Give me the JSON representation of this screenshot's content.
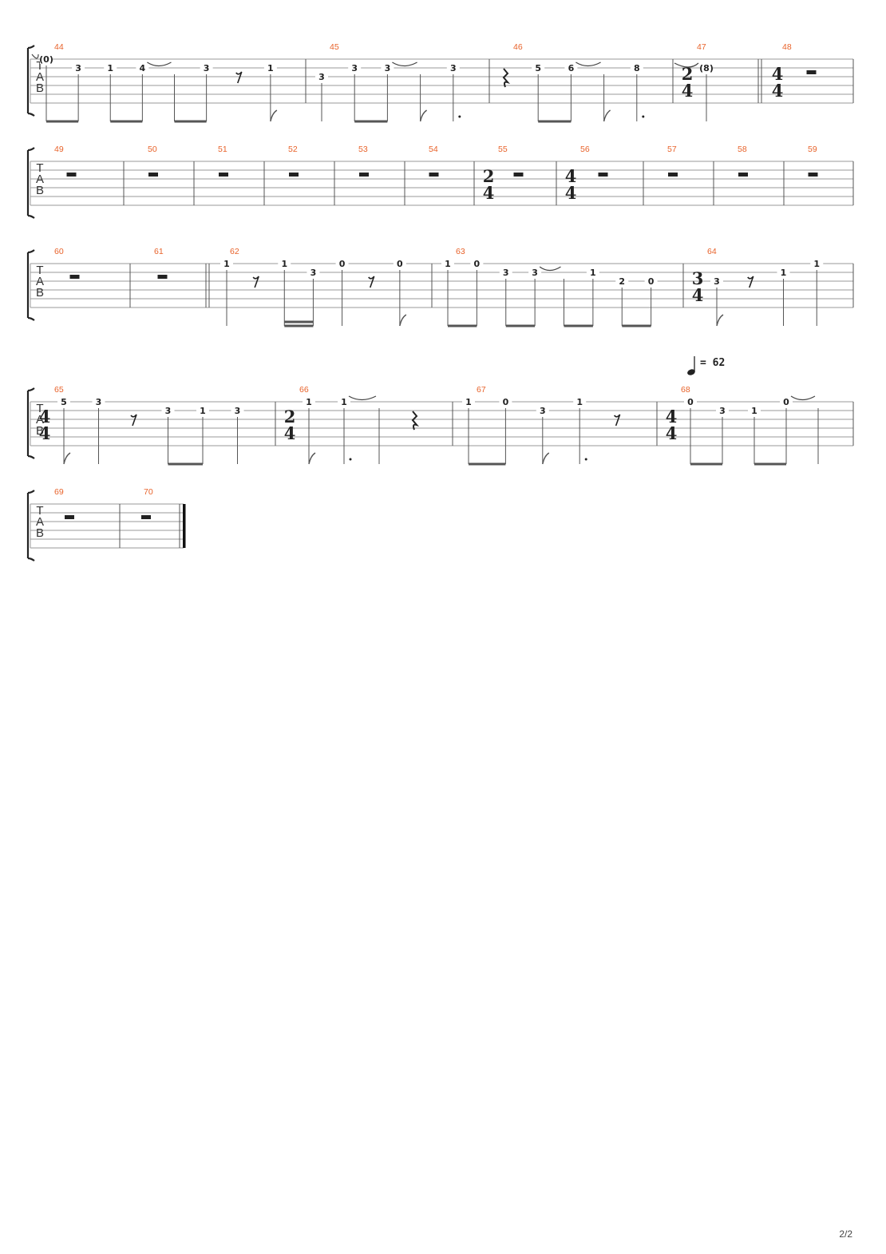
{
  "page": {
    "number_label": "2/2"
  },
  "tab_letters": [
    "T",
    "A",
    "B"
  ],
  "tempo": {
    "value_label": "= 62",
    "at_measure": 68
  },
  "colors": {
    "measure_number": "#e8632b",
    "staff": "#999999",
    "ink": "#222222"
  },
  "measures": [
    {
      "n": "44",
      "events": [
        {
          "fret": "(0)",
          "string": 1,
          "dur": "e",
          "tied": true
        },
        {
          "fret": "3",
          "string": 2,
          "dur": "e"
        },
        {
          "fret": "1",
          "string": 2,
          "dur": "e"
        },
        {
          "fret": "4",
          "string": 2,
          "dur": "e",
          "tie_start": true
        },
        {
          "fret": "",
          "string": 2,
          "dur": "e",
          "tie_end": true
        },
        {
          "fret": "3",
          "string": 2,
          "dur": "e"
        },
        {
          "rest": "8"
        },
        {
          "fret": "1",
          "string": 2,
          "dur": "e"
        }
      ]
    },
    {
      "n": "45",
      "events": [
        {
          "fret": "3",
          "string": 3,
          "dur": "q"
        },
        {
          "fret": "3",
          "string": 2,
          "dur": "e"
        },
        {
          "fret": "3",
          "string": 2,
          "dur": "e",
          "tie_start": true
        },
        {
          "fret": "",
          "string": 2,
          "dur": "e",
          "tie_end": true
        },
        {
          "fret": "3",
          "string": 2,
          "dur": "q."
        }
      ]
    },
    {
      "n": "46",
      "events": [
        {
          "rest": "4"
        },
        {
          "fret": "5",
          "string": 2,
          "dur": "e"
        },
        {
          "fret": "6",
          "string": 2,
          "dur": "e",
          "tie_start": true
        },
        {
          "fret": "",
          "string": 2,
          "dur": "e",
          "tie_end": true
        },
        {
          "fret": "8",
          "string": 2,
          "dur": "q.",
          "tie_start": true
        }
      ]
    },
    {
      "n": "47",
      "time": [
        "2",
        "4"
      ],
      "events": [
        {
          "fret": "(8)",
          "string": 2,
          "dur": "q",
          "tied": true
        }
      ]
    },
    {
      "n": "48",
      "time": [
        "4",
        "4"
      ],
      "double_bar_before": true,
      "events": [
        {
          "rest": "whole-bar"
        }
      ]
    },
    {
      "n": "49",
      "events": [
        {
          "rest": "whole-bar"
        }
      ]
    },
    {
      "n": "50",
      "events": [
        {
          "rest": "whole-bar"
        }
      ]
    },
    {
      "n": "51",
      "events": [
        {
          "rest": "whole-bar"
        }
      ]
    },
    {
      "n": "52",
      "events": [
        {
          "rest": "whole-bar"
        }
      ]
    },
    {
      "n": "53",
      "events": [
        {
          "rest": "whole-bar"
        }
      ]
    },
    {
      "n": "54",
      "events": [
        {
          "rest": "whole-bar"
        }
      ]
    },
    {
      "n": "55",
      "time": [
        "2",
        "4"
      ],
      "events": [
        {
          "rest": "whole-bar"
        }
      ]
    },
    {
      "n": "56",
      "time": [
        "4",
        "4"
      ],
      "events": [
        {
          "rest": "whole-bar"
        }
      ]
    },
    {
      "n": "57",
      "events": [
        {
          "rest": "whole-bar"
        }
      ]
    },
    {
      "n": "58",
      "events": [
        {
          "rest": "whole-bar"
        }
      ]
    },
    {
      "n": "59",
      "events": [
        {
          "rest": "whole-bar"
        }
      ]
    },
    {
      "n": "60",
      "events": [
        {
          "rest": "whole-bar"
        }
      ]
    },
    {
      "n": "61",
      "events": [
        {
          "rest": "whole-bar"
        }
      ]
    },
    {
      "n": "62",
      "double_bar_before": true,
      "events": [
        {
          "fret": "1",
          "string": 1,
          "dur": "q"
        },
        {
          "rest": "8"
        },
        {
          "fret": "1",
          "string": 1,
          "dur": "s"
        },
        {
          "fret": "3",
          "string": 2,
          "dur": "s"
        },
        {
          "fret": "0",
          "string": 1,
          "dur": "q"
        },
        {
          "rest": "8"
        },
        {
          "fret": "0",
          "string": 1,
          "dur": "e"
        }
      ]
    },
    {
      "n": "63",
      "events": [
        {
          "fret": "1",
          "string": 1,
          "dur": "e"
        },
        {
          "fret": "0",
          "string": 1,
          "dur": "e"
        },
        {
          "fret": "3",
          "string": 2,
          "dur": "e"
        },
        {
          "fret": "3",
          "string": 2,
          "dur": "e",
          "tie_start": true
        },
        {
          "fret": "",
          "string": 2,
          "dur": "e",
          "tie_end": true
        },
        {
          "fret": "1",
          "string": 2,
          "dur": "e"
        },
        {
          "fret": "2",
          "string": 3,
          "dur": "e"
        },
        {
          "fret": "0",
          "string": 3,
          "dur": "e"
        }
      ]
    },
    {
      "n": "64",
      "time": [
        "3",
        "4"
      ],
      "events": [
        {
          "fret": "3",
          "string": 3,
          "dur": "e"
        },
        {
          "rest": "8"
        },
        {
          "fret": "1",
          "string": 2,
          "dur": "q"
        },
        {
          "fret": "1",
          "string": 1,
          "dur": "q"
        }
      ]
    },
    {
      "n": "65",
      "time": [
        "4",
        "4"
      ],
      "events": [
        {
          "fret": "5",
          "string": 1,
          "dur": "e"
        },
        {
          "fret": "3",
          "string": 1,
          "dur": "q"
        },
        {
          "rest": "8"
        },
        {
          "fret": "3",
          "string": 2,
          "dur": "e"
        },
        {
          "fret": "1",
          "string": 2,
          "dur": "e"
        },
        {
          "fret": "3",
          "string": 2,
          "dur": "q"
        }
      ]
    },
    {
      "n": "66",
      "time": [
        "2",
        "4"
      ],
      "events": [
        {
          "fret": "1",
          "string": 1,
          "dur": "e"
        },
        {
          "fret": "1",
          "string": 1,
          "dur": "q.",
          "tie_start": true
        },
        {
          "fret": "",
          "string": 1,
          "dur": "q",
          "tie_end": true
        },
        {
          "rest": "4"
        }
      ]
    },
    {
      "n": "67",
      "events": [
        {
          "fret": "1",
          "string": 1,
          "dur": "e"
        },
        {
          "fret": "0",
          "string": 1,
          "dur": "e"
        },
        {
          "fret": "3",
          "string": 2,
          "dur": "e"
        },
        {
          "fret": "1",
          "string": 1,
          "dur": "q.",
          "tie_start": true
        },
        {
          "rest": "8"
        }
      ]
    },
    {
      "n": "68",
      "time": [
        "4",
        "4"
      ],
      "events": [
        {
          "fret": "0",
          "string": 1,
          "dur": "e"
        },
        {
          "fret": "3",
          "string": 2,
          "dur": "e"
        },
        {
          "fret": "1",
          "string": 2,
          "dur": "e"
        },
        {
          "fret": "0",
          "string": 1,
          "dur": "e",
          "tie_start": true
        },
        {
          "fret": "",
          "string": 1,
          "dur": "q",
          "tie_end": true
        }
      ]
    },
    {
      "n": "69",
      "events": [
        {
          "rest": "whole-bar"
        }
      ]
    },
    {
      "n": "70",
      "final_bar": true,
      "events": [
        {
          "rest": "whole-bar"
        }
      ]
    }
  ]
}
